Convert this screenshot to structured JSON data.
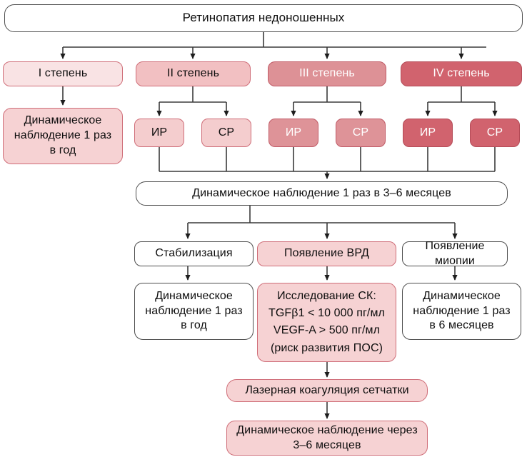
{
  "diagram": {
    "title": "Ретинопатия недоношенных",
    "root": {
      "label": "Ретинопатия недоношенных"
    },
    "stages": [
      {
        "label": "I степень"
      },
      {
        "label": "II степень"
      },
      {
        "label": "III степень"
      },
      {
        "label": "IV степень"
      }
    ],
    "stage1_followup": {
      "line1": "Динамическое",
      "line2": "наблюдение 1 раз",
      "line3": "в год"
    },
    "subtypes": [
      {
        "stage": "II степень",
        "label": "ИР"
      },
      {
        "stage": "II степень",
        "label": "СР"
      },
      {
        "stage": "III степень",
        "label": "ИР"
      },
      {
        "stage": "III степень",
        "label": "СР"
      },
      {
        "stage": "IV степень",
        "label": "ИР"
      },
      {
        "stage": "IV степень",
        "label": "СР"
      }
    ],
    "monitoring": {
      "label": "Динамическое наблюдение 1 раз в 3–6 месяцев"
    },
    "outcomes": [
      {
        "label": "Стабилизация"
      },
      {
        "label": "Появление ВРД"
      },
      {
        "label": "Появление миопии"
      }
    ],
    "outcome_details": {
      "stabilization": {
        "line1": "Динамическое",
        "line2": "наблюдение 1 раз",
        "line3": "в год"
      },
      "vrd_study": {
        "line1": "Исследование СК:",
        "line2": "TGFβ1 < 10 000 пг/мл",
        "line3": "VEGF-A > 500 пг/мл",
        "line4": "(риск развития ПОС)"
      },
      "myopia": {
        "line1": "Динамическое",
        "line2": "наблюдение 1 раз",
        "line3": "в 6 месяцев"
      }
    },
    "treatment": {
      "label": "Лазерная коагуляция сетчатки"
    },
    "final_followup": {
      "line1": "Динамическое наблюдение через",
      "line2": "3–6 месяцев"
    },
    "colors": {
      "stage1_fill": "#f9e3e4",
      "stage2_fill": "#f2c0c2",
      "stage3_fill": "#dd9196",
      "stage4_fill": "#d1636e",
      "pink_border": "#cf6d78",
      "neutral_border": "#4d4d4d",
      "connector": "#2b2b2b",
      "page_background": "#ffffff"
    }
  }
}
